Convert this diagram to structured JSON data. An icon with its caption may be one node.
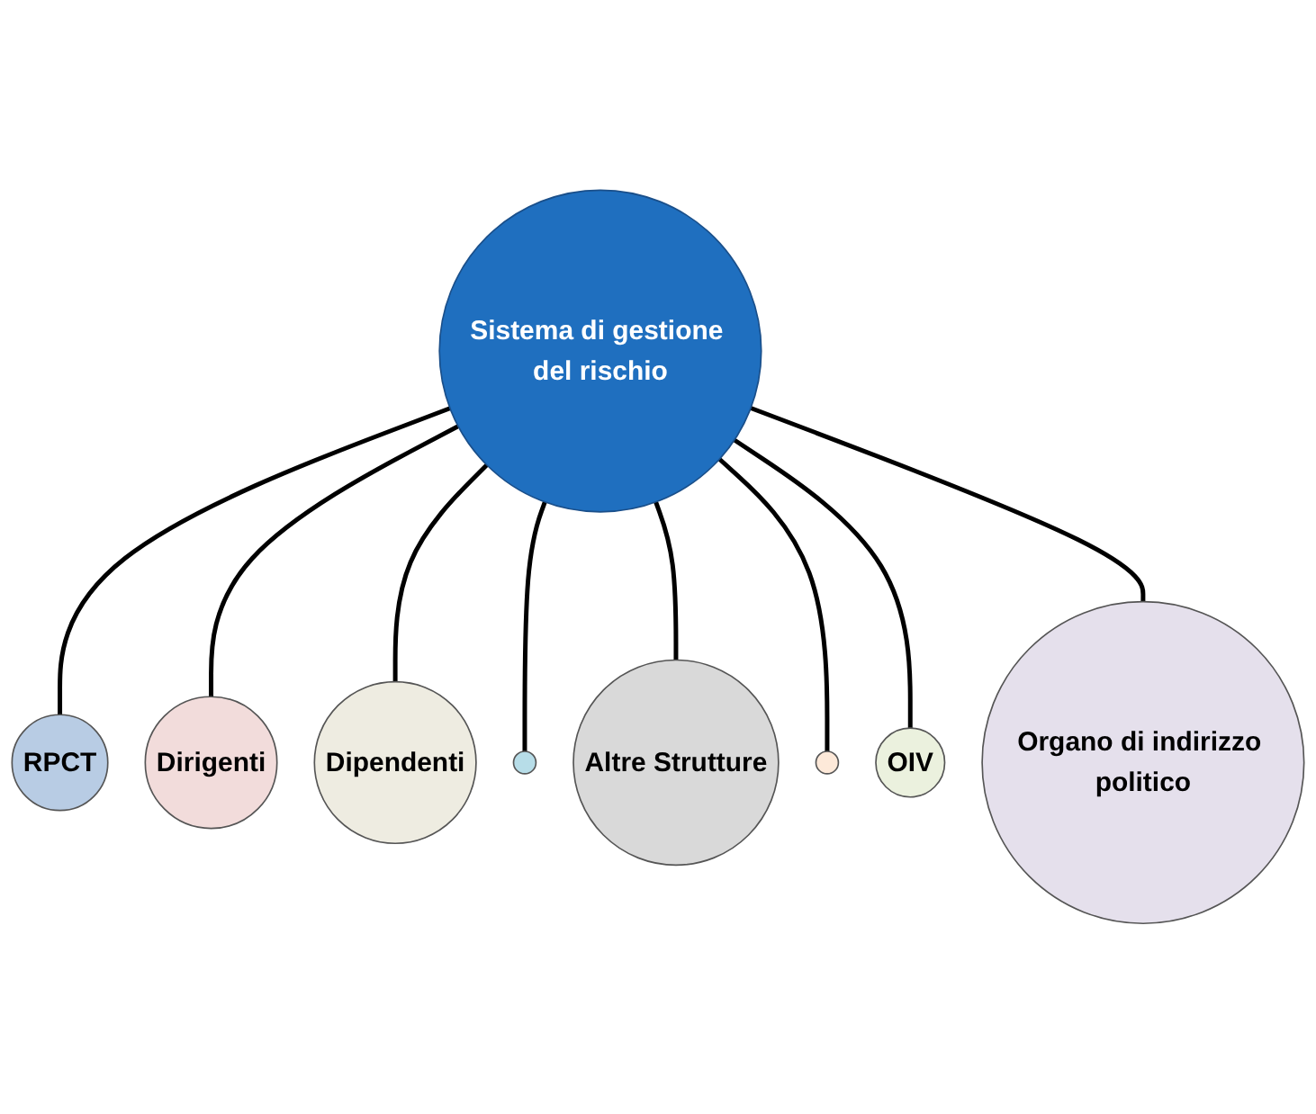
{
  "diagram": {
    "nodes": [
      {
        "text": [
          "Sistema di gestione del rischio"
        ]
      },
      {
        "text": [
          "RPCT"
        ]
      },
      {
        "text": [
          "Dirigenti"
        ]
      },
      {
        "text": [
          "Dipendenti"
        ]
      },
      {
        "text": [],
        "shape": "circle"
      },
      {
        "text": [
          "Altre Strutture"
        ]
      },
      {
        "text": [],
        "shape": "circle"
      },
      {
        "text": [
          "OIV"
        ]
      },
      {
        "text": [
          "Organo di indirizzo politico"
        ]
      }
    ],
    "edges": [
      {
        "from": 0,
        "to": 1,
        "arrow": "none"
      },
      {
        "from": 0,
        "to": 2,
        "arrow": "none"
      },
      {
        "from": 0,
        "to": 3,
        "arrow": "none"
      },
      {
        "from": 0,
        "to": 4,
        "arrow": "none"
      },
      {
        "from": 0,
        "to": 5,
        "arrow": "none"
      },
      {
        "from": 0,
        "to": 6,
        "arrow": "none"
      },
      {
        "from": 0,
        "to": 7,
        "arrow": "none"
      },
      {
        "from": 0,
        "to": 8,
        "arrow": "none"
      }
    ]
  }
}
